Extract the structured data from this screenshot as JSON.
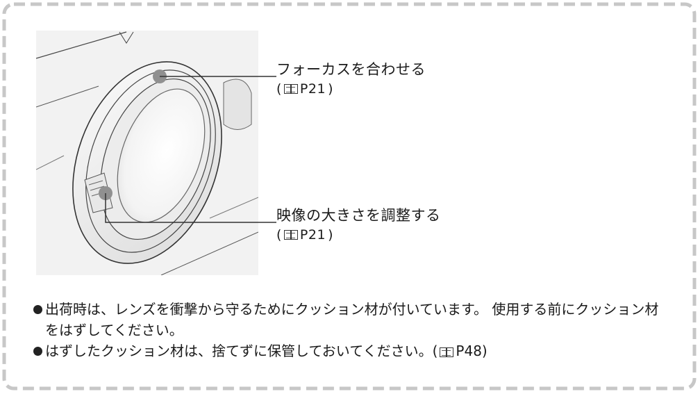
{
  "callouts": {
    "focus": {
      "label": "フォーカスを合わせる",
      "ref": "P21",
      "ref_open": "(",
      "ref_close": ")"
    },
    "zoom": {
      "label": "映像の大きさを調整する",
      "ref": "P21",
      "ref_open": "(",
      "ref_close": ")"
    }
  },
  "notes": [
    {
      "text": "出荷時は、レンズを衝撃から守るためにクッション材が付いています。 使用する前にクッション材をはずしてください。"
    },
    {
      "text": "はずしたクッション材は、捨てずに保管しておいてください。(",
      "ref": "P48",
      "close": ")"
    }
  ],
  "icons": {
    "manual_ref": "book-icon",
    "bullet": "bullet-dot"
  },
  "colors": {
    "frame_dash": "#c7c7c7",
    "illustration_bg": "#f2f2f2",
    "callout_dot": "#909090"
  }
}
